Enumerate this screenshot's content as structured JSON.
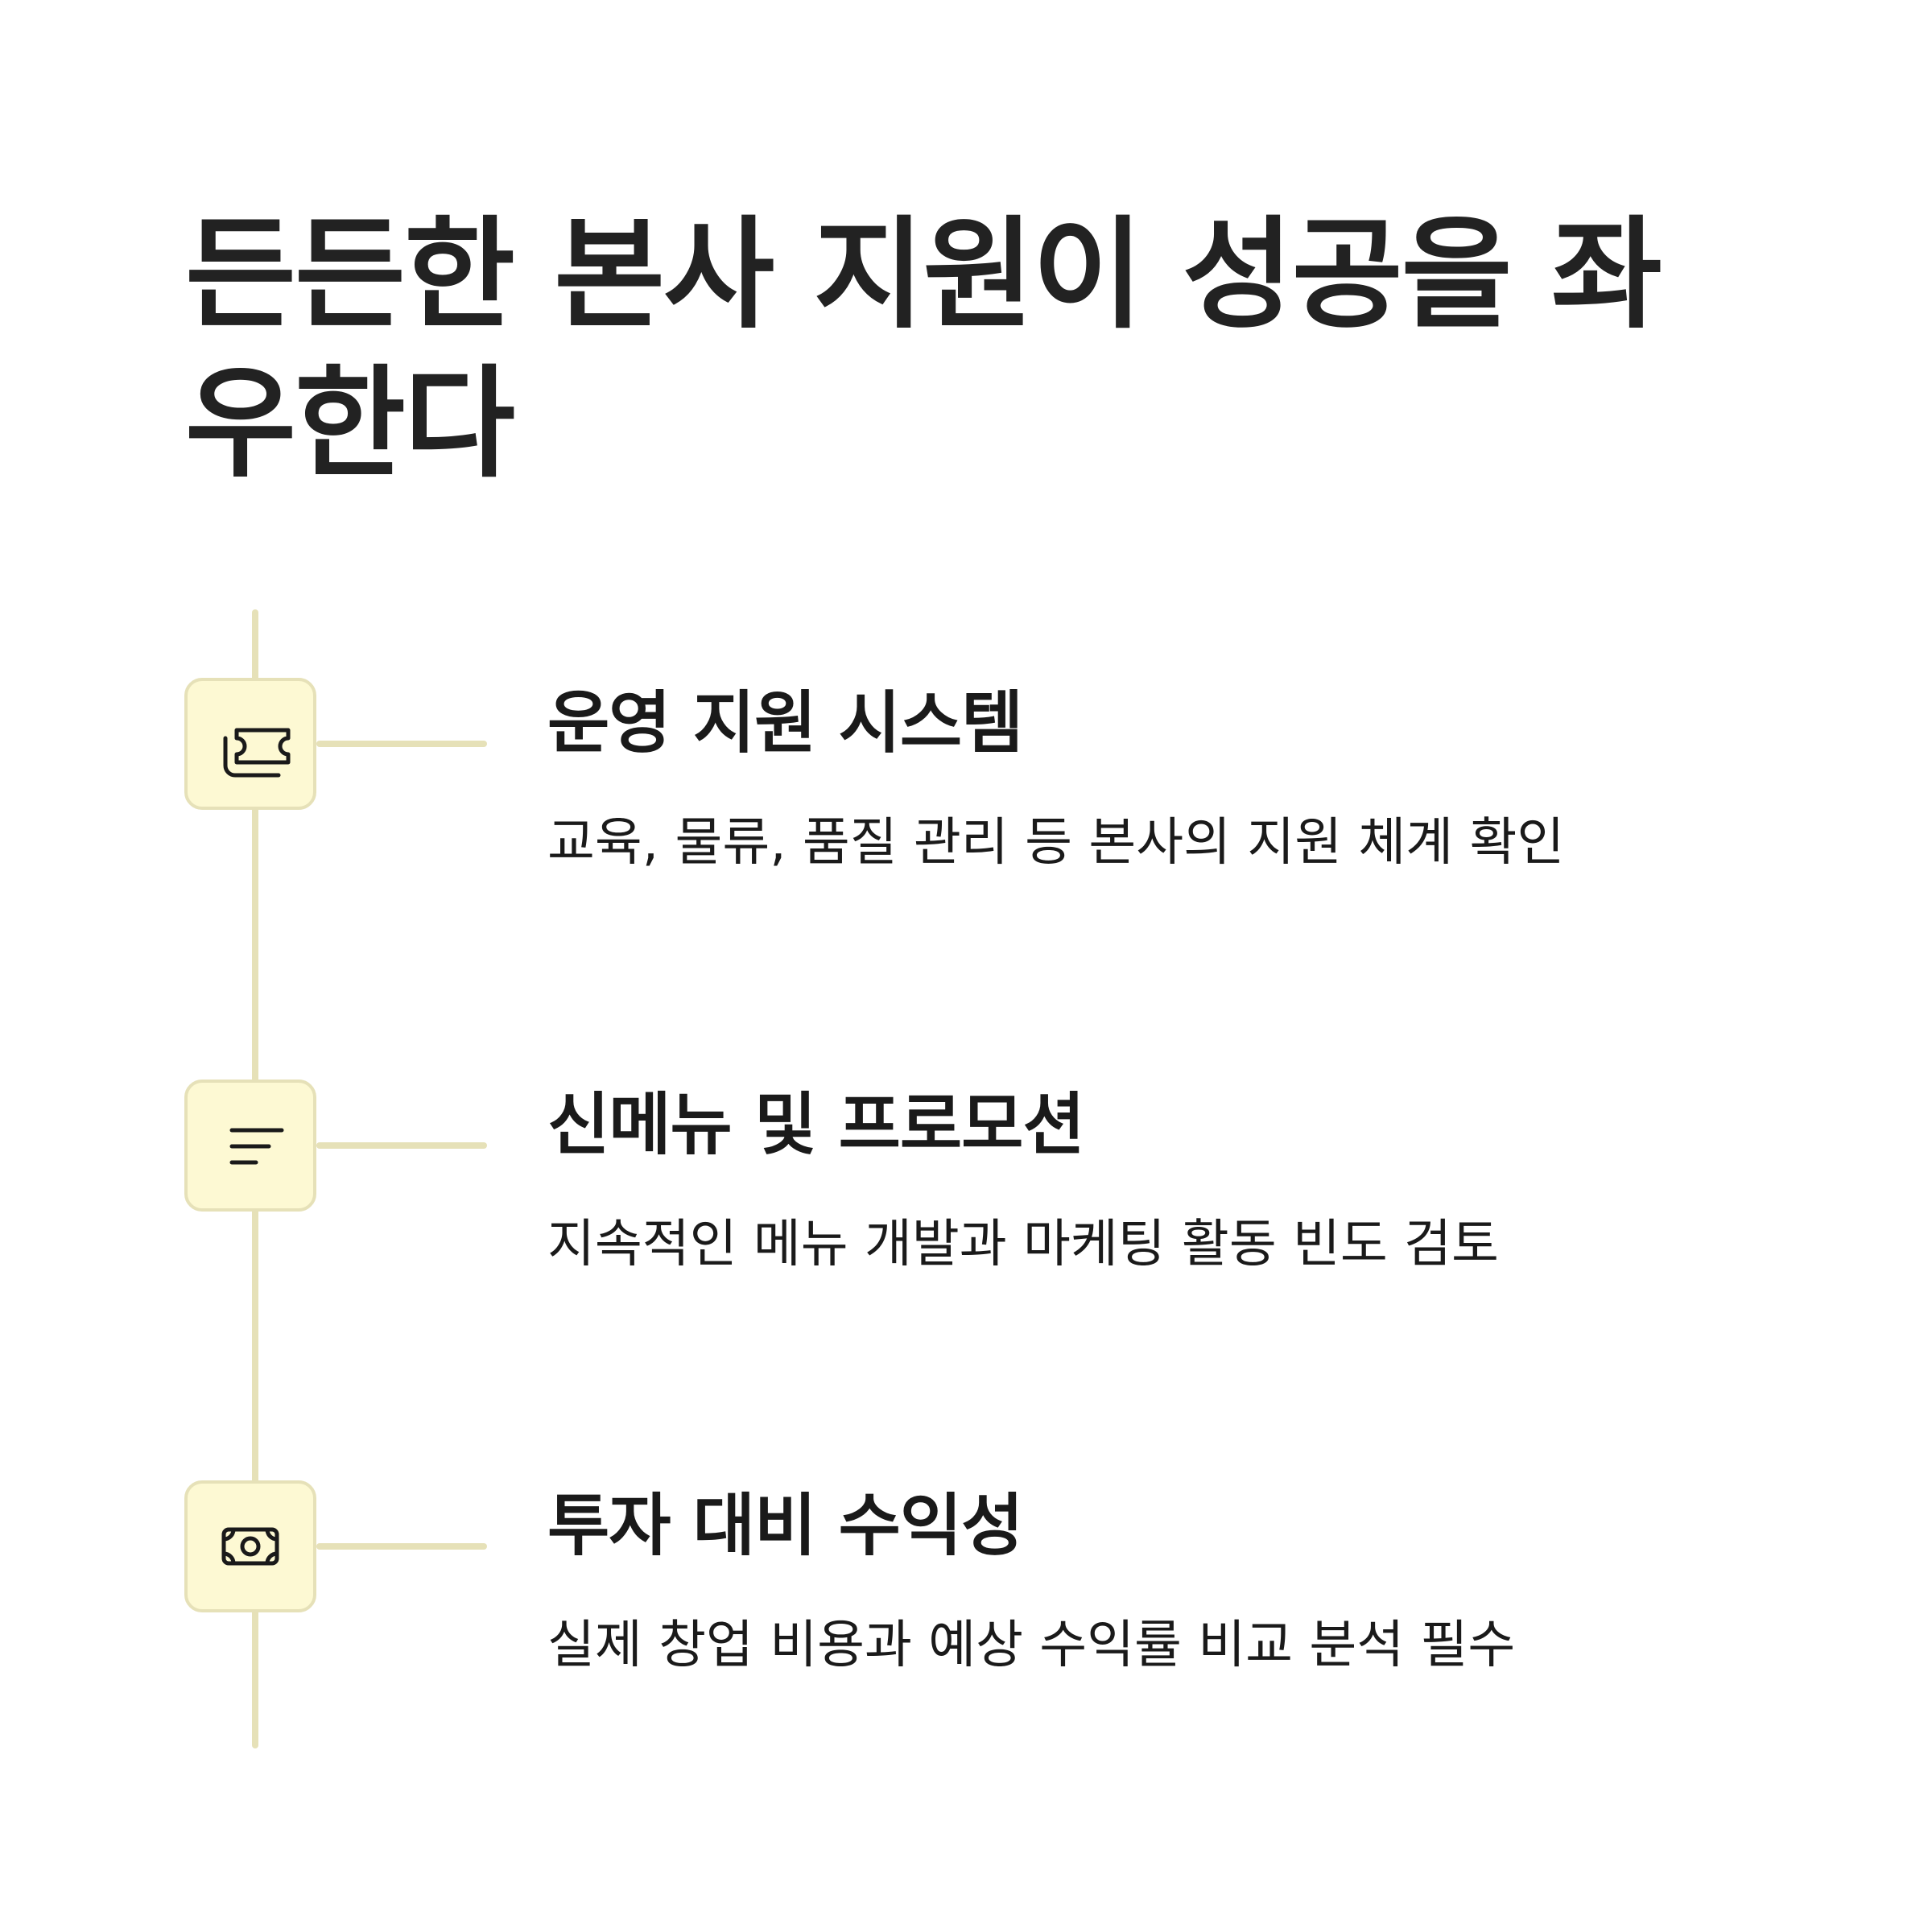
{
  "page": {
    "title": "든든한 본사 지원이 성공을 좌우한다"
  },
  "colors": {
    "line": "#e6e1b8",
    "icon_bg": "#fdf9d3",
    "icon_border": "#e6e1b8",
    "icon_stroke": "#1a1a1a",
    "text": "#222222"
  },
  "items": [
    {
      "icon": "ticket-icon",
      "title": "운영 지원 시스템",
      "description": "교육, 물류, 품질 관리 등 본사의 지원 체계 확인"
    },
    {
      "icon": "text-lines-icon",
      "title": "신메뉴 및 프로모션",
      "description": "지속적인 메뉴 개발과 마케팅 활동 빈도 검토"
    },
    {
      "icon": "money-icon",
      "title": "투자 대비 수익성",
      "description": "실제 창업 비용과 예상 수익률 비교 분석 필수"
    }
  ]
}
